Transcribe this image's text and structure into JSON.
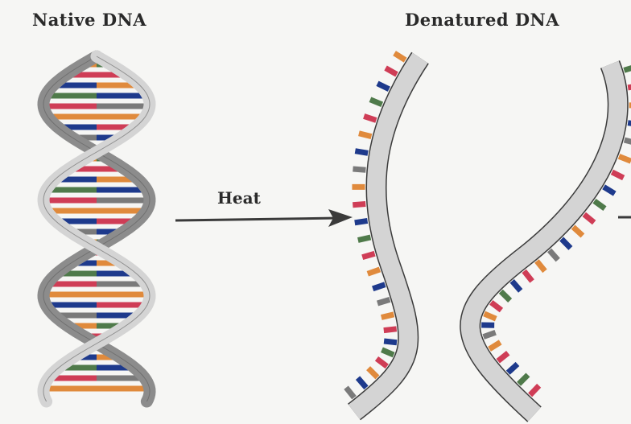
{
  "titles": {
    "native": "Native DNA",
    "denatured": "Denatured DNA"
  },
  "arrow_label": "Heat",
  "colors": {
    "strand_light": "#d4d4d4",
    "strand_dark": "#8c8c8c",
    "outline": "#3b3b3b",
    "base_orange": "#e08a3c",
    "base_red": "#cf3d56",
    "base_blue": "#1e3a8c",
    "base_green": "#4f7a4a",
    "base_gray": "#7a7a7a"
  },
  "icons": [
    "double-helix-icon",
    "single-strand-icon",
    "arrow-right-icon"
  ]
}
